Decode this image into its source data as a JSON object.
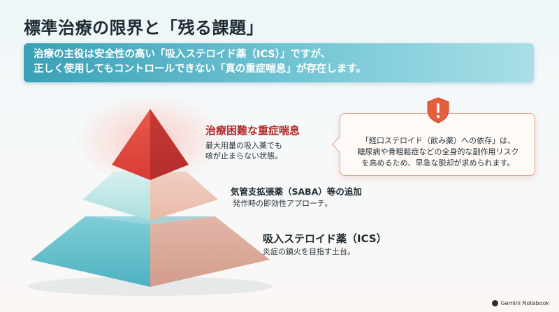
{
  "title": "標準治療の限界と「残る課題」",
  "banner": {
    "line1": "治療の主役は安全性の高い「吸入ステロイド薬（ICS）」ですが、",
    "line2": "正しく使用してもコントロールできない「真の重症喘息」が存在します。"
  },
  "pyramid": {
    "top": {
      "title": "治療困難な重症喘息",
      "body1": "最大用量の吸入薬でも",
      "body2": "咳が止まらない状態。",
      "color": "#d9453c"
    },
    "middle": {
      "title": "気管支拡張薬（SABA）等の追加",
      "body": "発作時の即効性アプローチ。",
      "color": "#a8dfe0"
    },
    "bottom": {
      "title": "吸入ステロイド薬（ICS）",
      "body": "炎症の鎮火を目指す土台。",
      "color": "#68c3d0"
    }
  },
  "alert": {
    "icon": "warning-icon",
    "line1": "「経口ステロイド（飲み薬）への依存」は、",
    "line2": "糖尿病や骨粗鬆症などの全身的な副作用リスク",
    "line3": "を高めるため、早急な脱却が求められます。",
    "accent": "#e0623f"
  },
  "brand": {
    "label": "Gemini Notebook"
  }
}
